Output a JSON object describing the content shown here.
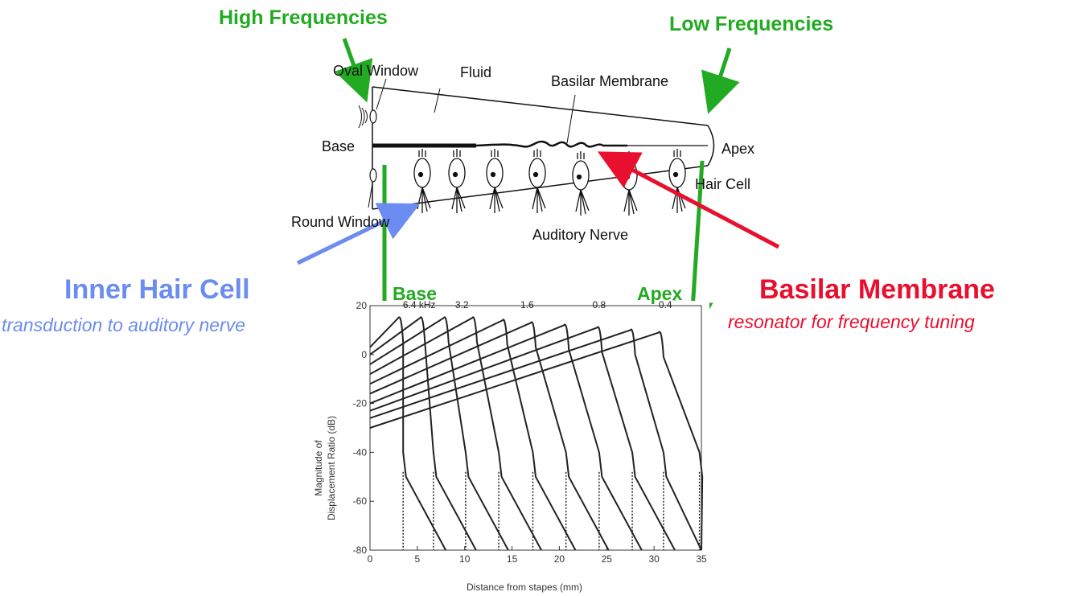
{
  "top_labels": {
    "high": "High Frequencies",
    "low": "Low Frequencies"
  },
  "diagram": {
    "oval_window": "Oval Window",
    "fluid": "Fluid",
    "basilar_membrane": "Basilar Membrane",
    "base": "Base",
    "apex": "Apex",
    "hair_cell": "Hair Cell",
    "round_window": "Round Window",
    "auditory_nerve": "Auditory Nerve"
  },
  "inner_hair_cell": {
    "title": "Inner Hair Cell",
    "subtitle": "transduction to auditory nerve"
  },
  "basilar_callout": {
    "title": "Basilar Membrane",
    "subtitle": "resonator for frequency tuning"
  },
  "graph_markers": {
    "base": "Base",
    "apex": "Apex"
  },
  "colors": {
    "green": "#22aa22",
    "blue": "#6b8cf0",
    "red": "#e8102e"
  },
  "chart_data": {
    "type": "line",
    "xlabel": "Distance from stapes (mm)",
    "ylabel_line1": "Magnitude of",
    "ylabel_line2": "Displacement Ratio (dB)",
    "xlim": [
      0,
      35
    ],
    "ylim": [
      -80,
      20
    ],
    "xticks": [
      "0",
      "5",
      "10",
      "15",
      "20",
      "25",
      "30",
      "35"
    ],
    "yticks": [
      "20",
      "0",
      "-20",
      "-40",
      "-60",
      "-80"
    ],
    "freq_labels": [
      {
        "text": "6.4 kHz",
        "x": 5.2,
        "y": 19
      },
      {
        "text": "3.2",
        "x": 9.7,
        "y": 19
      },
      {
        "text": "1.6",
        "x": 16.6,
        "y": 19
      },
      {
        "text": "0.8",
        "x": 24.2,
        "y": 19
      },
      {
        "text": "0.4",
        "x": 31.2,
        "y": 19
      }
    ],
    "series": [
      {
        "peak_x": 3.0,
        "peak_y": 15,
        "start_y": 3,
        "solid_drop_x": 3.5,
        "dotted": false
      },
      {
        "peak_x": 5.3,
        "peak_y": 15,
        "start_y": 0,
        "solid_drop_x": 6.7,
        "dotted": false
      },
      {
        "peak_x": 7.8,
        "peak_y": 15,
        "start_y": -4,
        "solid_drop_x": 10.1,
        "dotted": false
      },
      {
        "peak_x": 10.8,
        "peak_y": 15,
        "start_y": -8,
        "solid_drop_x": 13.6,
        "dotted": false
      },
      {
        "peak_x": 14.0,
        "peak_y": 14,
        "start_y": -12,
        "solid_drop_x": 17.2,
        "dotted": false
      },
      {
        "peak_x": 17.0,
        "peak_y": 13,
        "start_y": -16,
        "solid_drop_x": 20.7,
        "dotted": false
      },
      {
        "peak_x": 20.5,
        "peak_y": 12,
        "start_y": -20,
        "solid_drop_x": 24.2,
        "dotted": false
      },
      {
        "peak_x": 24.0,
        "peak_y": 11,
        "start_y": -23,
        "solid_drop_x": 27.7,
        "dotted": false
      },
      {
        "peak_x": 27.5,
        "peak_y": 10,
        "start_y": -26,
        "solid_drop_x": 31.0,
        "dotted": false
      },
      {
        "peak_x": 30.5,
        "peak_y": 9,
        "start_y": -30,
        "solid_drop_x": 34.8,
        "dotted": false
      }
    ]
  }
}
